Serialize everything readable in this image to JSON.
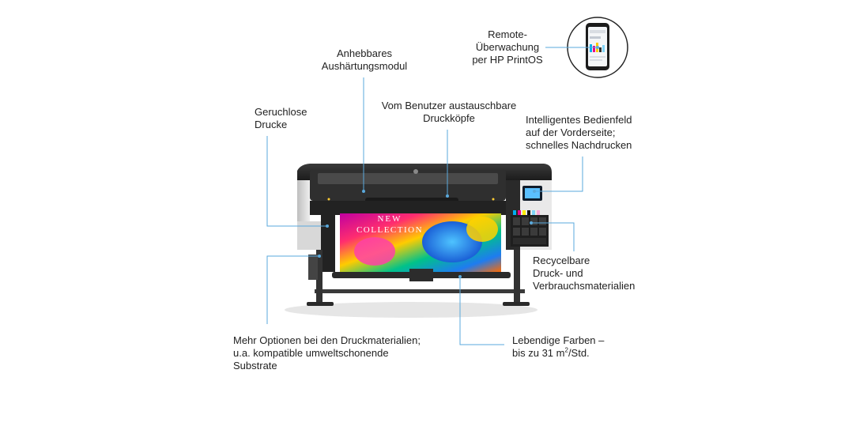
{
  "colors": {
    "leader": "#5aa9dc",
    "printer_body": "#2b2b2b",
    "printer_panel": "#d9d9d9",
    "text": "#222222"
  },
  "callouts": {
    "curing_module": {
      "lines": [
        "Anhebbares",
        "Aushärtungsmodul"
      ]
    },
    "remote_monitoring": {
      "lines": [
        "Remote-",
        "Überwachung",
        "per HP PrintOS"
      ]
    },
    "odorless": {
      "lines": [
        "Geruchlose",
        "Drucke"
      ]
    },
    "printheads": {
      "lines": [
        "Vom Benutzer austauschbare",
        "Druckköpfe"
      ]
    },
    "front_panel": {
      "lines": [
        "Intelligentes Bedienfeld",
        "auf der Vorderseite;",
        "schnelles Nachdrucken"
      ]
    },
    "recyclable": {
      "lines": [
        "Recycelbare",
        "Druck- und",
        "Verbrauchsmaterialien"
      ]
    },
    "media_options": {
      "lines": [
        "Mehr Optionen bei den Druckmaterialien;",
        "u.a. kompatible umweltschonende",
        "Substrate"
      ]
    },
    "vivid_colors": {
      "line1": "Lebendige Farben –",
      "line2_prefix": "bis zu 31 m",
      "line2_sup": "2",
      "line2_suffix": "/Std."
    }
  },
  "print_image": {
    "text_line1": "NEW",
    "text_line2": "COLLECTION"
  },
  "printer": {
    "icons": [
      "hp-logo-icon",
      "phone-icon",
      "touch-panel-icon",
      "ink-cartridge-icon"
    ]
  }
}
